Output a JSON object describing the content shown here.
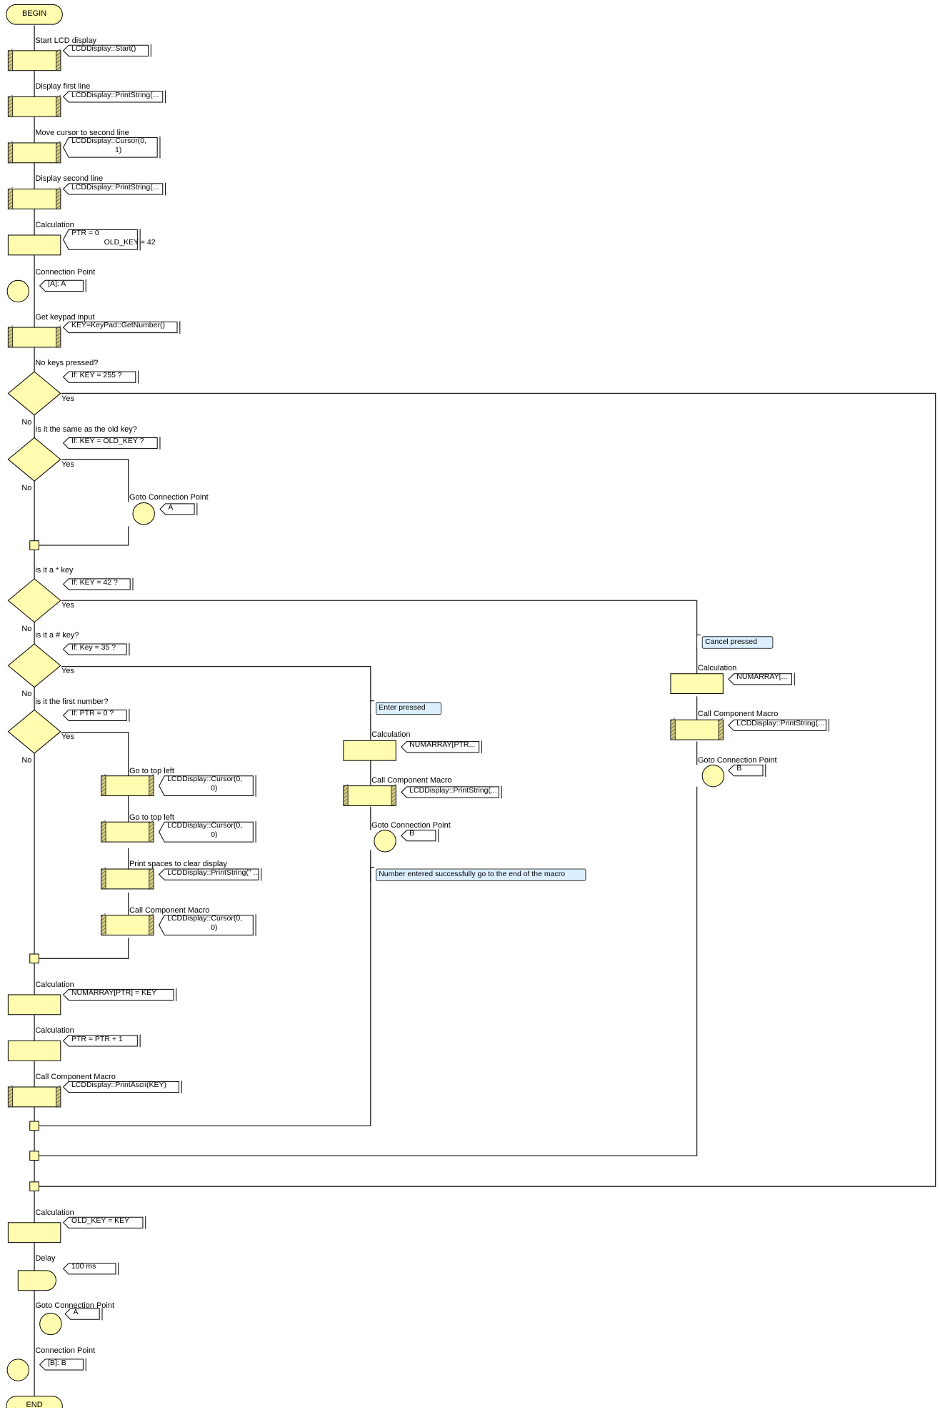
{
  "colors": {
    "fill": "#fffcb0",
    "stroke": "#000000",
    "line": "#222222",
    "comment_fill": "#ddefff"
  },
  "begin": "BEGIN",
  "end": "END",
  "main_steps": [
    {
      "label": "Start LCD display",
      "code": "LCDDisplay::Start()"
    },
    {
      "label": "Display first line",
      "code": "LCDDisplay::PrintString(..."
    },
    {
      "label": "Move cursor to second line",
      "code": [
        "LCDDisplay::Cursor(0,",
        "1)"
      ]
    },
    {
      "label": "Display second line",
      "code": "LCDDisplay::PrintString(..."
    },
    {
      "label": "Calculation",
      "code": [
        "PTR = 0",
        "OLD_KEY = 42"
      ]
    },
    {
      "label": "Connection Point",
      "code": "[A]: A"
    },
    {
      "label": "Get keypad input",
      "code": "KEY=KeyPad::GetNumber()"
    },
    {
      "label": "No keys pressed?",
      "code": "If: KEY = 255 ?"
    },
    {
      "label": "Is it the same as the old key?",
      "code": "If: KEY = OLD_KEY ?"
    },
    {
      "label": "is it a * key",
      "code": "If: KEY = 42 ?"
    },
    {
      "label": "is it a # key?",
      "code": "If: Key = 35 ?"
    },
    {
      "label": "is it the first number?",
      "code": "If: PTR = 0 ?"
    },
    {
      "label": "Calculation",
      "code": "NUMARRAY[PTR] = KEY"
    },
    {
      "label": "Calculation",
      "code": "PTR = PTR + 1"
    },
    {
      "label": "Call Component Macro",
      "code": "LCDDisplay::PrintAscii(KEY)"
    },
    {
      "label": "Calculation",
      "code": "OLD_KEY = KEY"
    },
    {
      "label": "Delay",
      "code": "100 ms"
    },
    {
      "label": "Goto Connection Point",
      "code": "A"
    },
    {
      "label": "Connection Point",
      "code": "[B]: B"
    }
  ],
  "same_key_branch": {
    "label": "Goto Connection Point",
    "code": "A"
  },
  "first_number_branch": [
    {
      "label": "Go to top left",
      "code": [
        "LCDDisplay::Cursor(0,",
        "0)"
      ]
    },
    {
      "label": "Go to top left",
      "code": [
        "LCDDisplay::Cursor(0,",
        "0)"
      ]
    },
    {
      "label": "Print spaces to clear display",
      "code": "LCDDisplay::PrintString(\" ..."
    },
    {
      "label": "Call Component Macro",
      "code": [
        "LCDDisplay::Cursor(0,",
        "0)"
      ]
    }
  ],
  "enter_branch": {
    "comment": "Enter pressed",
    "steps": [
      {
        "label": "Calculation",
        "code": "NUMARRAY[PTR..."
      },
      {
        "label": "Call Component Macro",
        "code": "LCDDisplay::PrintString(..."
      },
      {
        "label": "Goto Connection Point",
        "code": "B"
      }
    ],
    "comment2": "Number entered successfully go to the end of the macro"
  },
  "cancel_branch": {
    "comment": "Cancel pressed",
    "steps": [
      {
        "label": "Calculation",
        "code": "NUMARRAY[..."
      },
      {
        "label": "Call Component Macro",
        "code": "LCDDisplay::PrintString(..."
      },
      {
        "label": "Goto Connection Point",
        "code": "B"
      }
    ]
  },
  "decision_labels": {
    "yes": "Yes",
    "no": "No"
  }
}
